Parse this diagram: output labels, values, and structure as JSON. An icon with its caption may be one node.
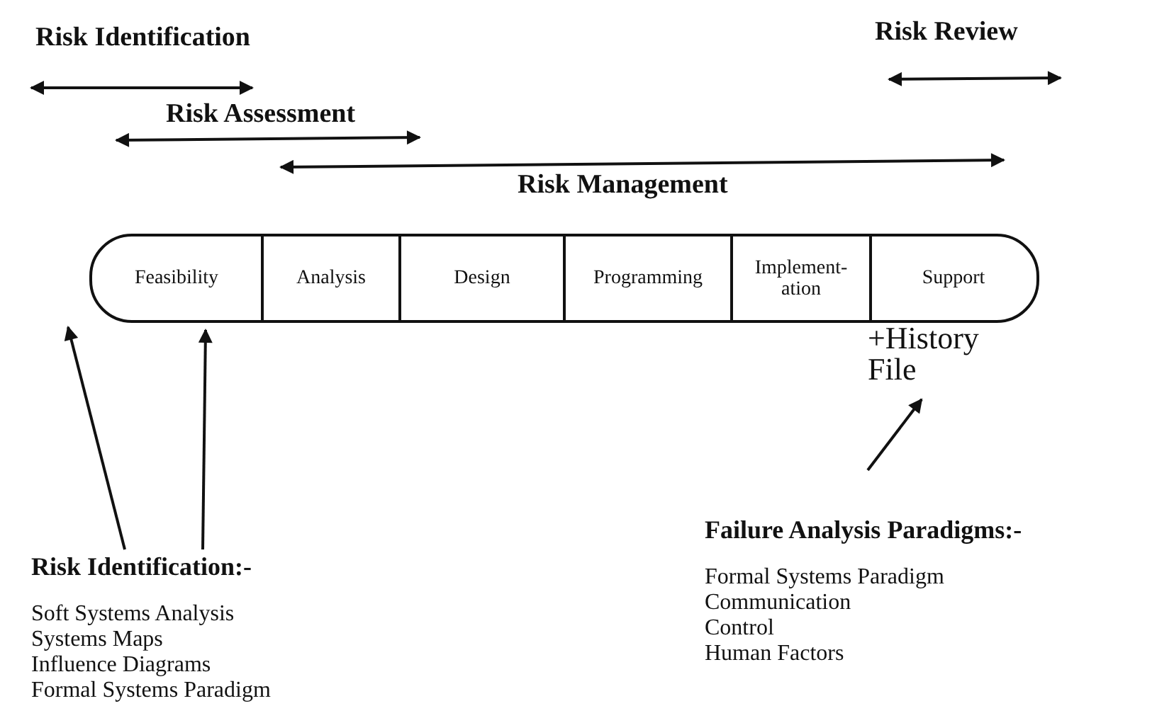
{
  "diagram": {
    "nodes": [
      {
        "text": [],
        "shape": "box"
      },
      {
        "text": [
          "Feasibility"
        ],
        "in": 0
      },
      {
        "text": [
          "Analysis"
        ],
        "in": 0
      },
      {
        "text": [
          "Design"
        ],
        "in": 0
      },
      {
        "text": [
          "Programming"
        ],
        "in": 0
      },
      {
        "text": [
          "Implement- ation"
        ],
        "in": 0
      },
      {
        "text": [
          "Support"
        ],
        "in": 0
      },
      {
        "text": [
          "+History File"
        ]
      },
      {
        "text": [
          "Risk Identification:-",
          "Soft Systems Analysis",
          "Systems Maps",
          "Influence Diagrams",
          "Formal Systems Paradigm"
        ]
      },
      {
        "text": [
          "Failure Analysis Paradigms:-",
          "Formal Systems Paradigm",
          "Communication",
          "Control",
          "Human Factors"
        ]
      }
    ],
    "edges": [
      {
        "from": 8,
        "to": 0,
        "arrow": "to"
      },
      {
        "from": 8,
        "to": 1,
        "arrow": "to"
      },
      {
        "from": 9,
        "to": 7,
        "arrow": "to"
      }
    ],
    "labels": [
      "Risk Identification",
      "Risk Review",
      "Risk Assessment",
      "Risk Management"
    ]
  }
}
